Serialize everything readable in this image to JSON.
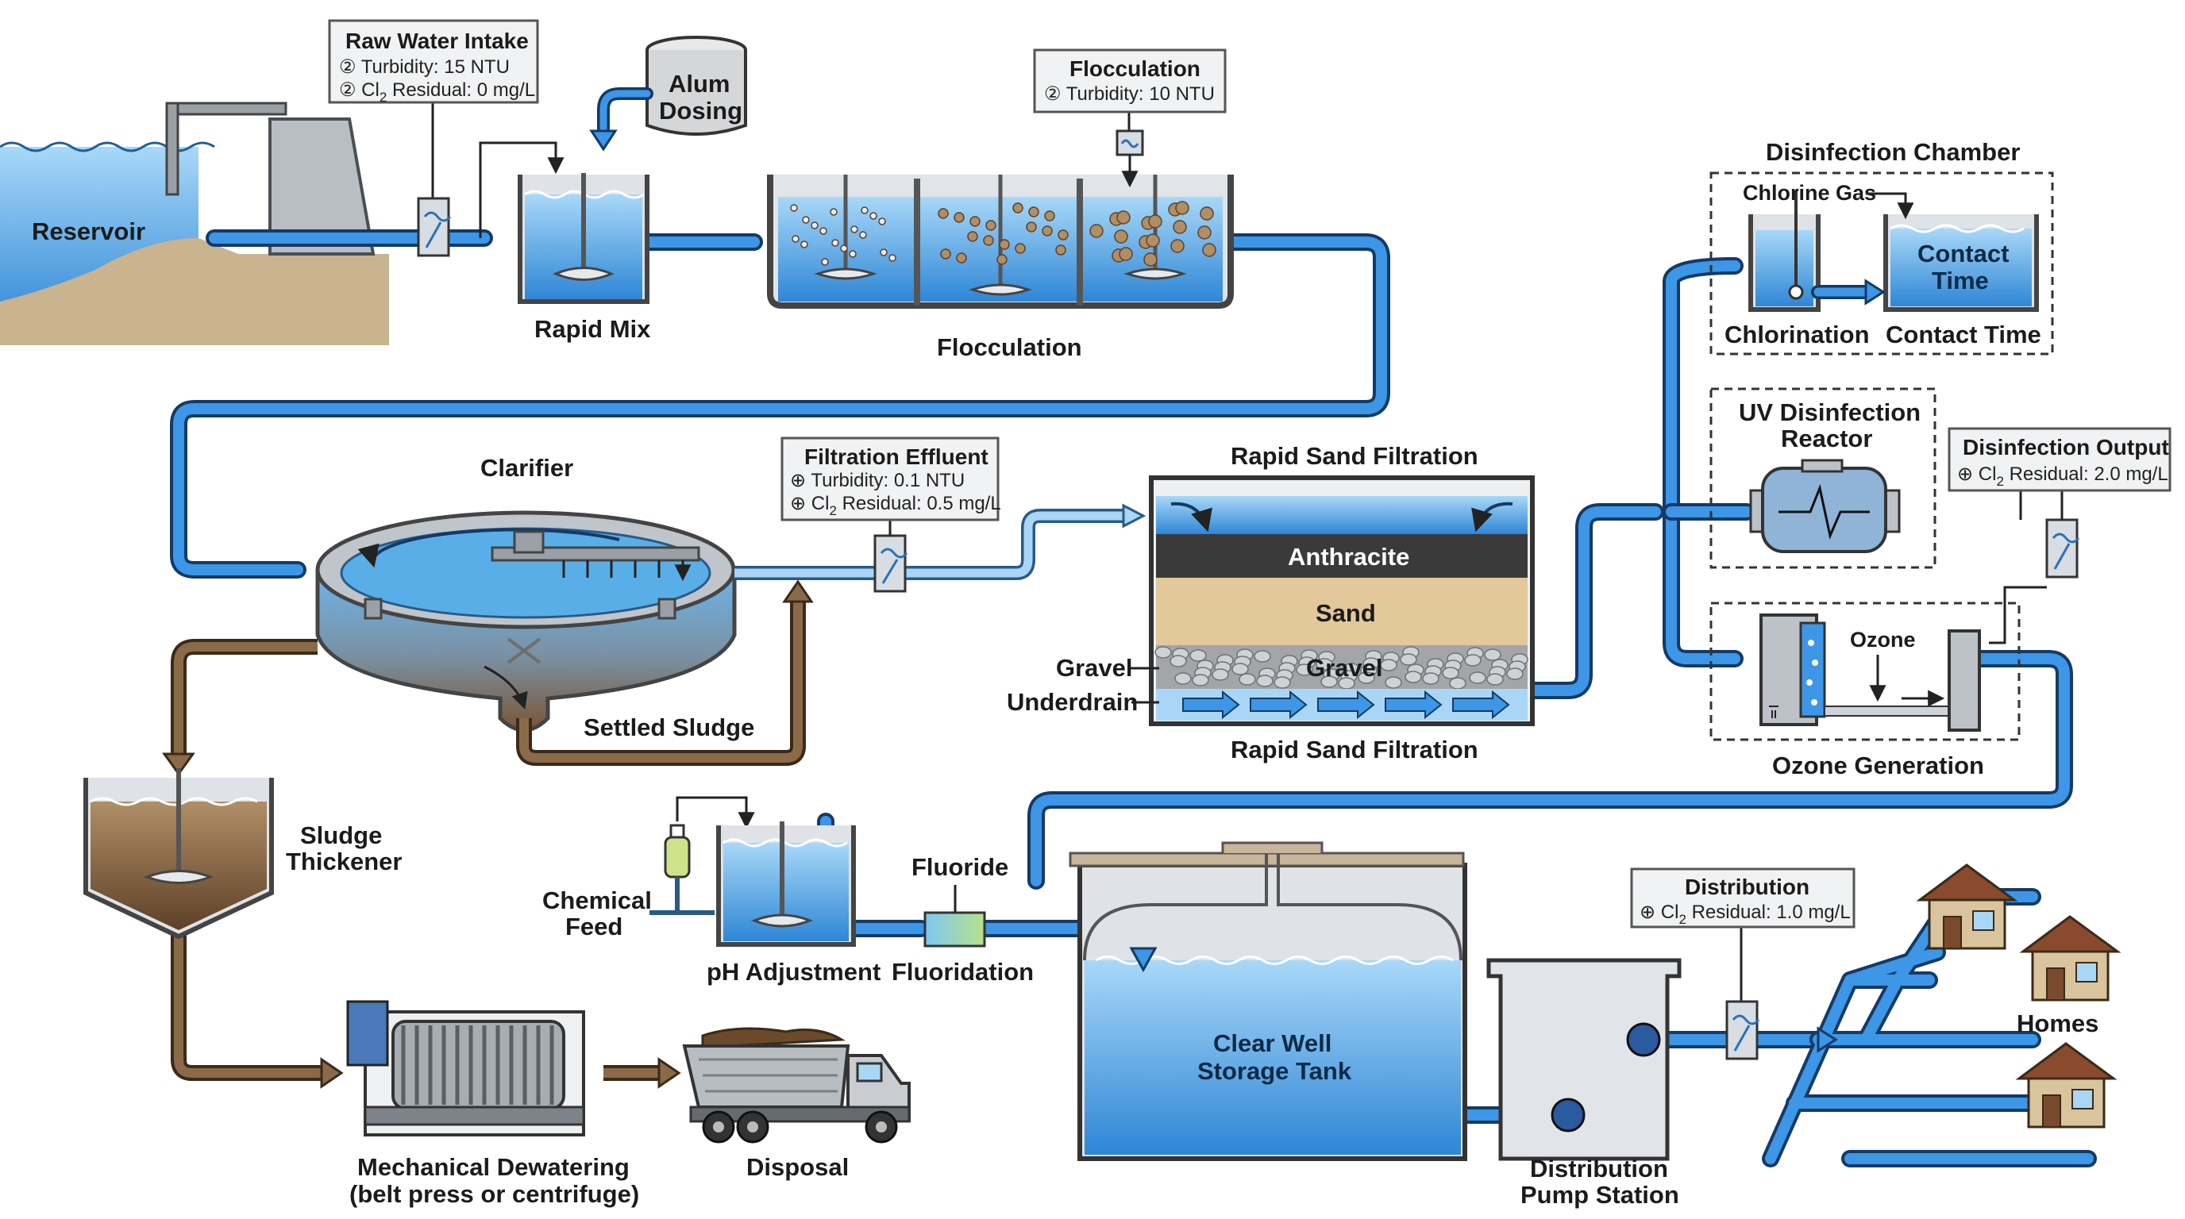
{
  "stages": {
    "reservoir": "Reservoir",
    "rapid_mix": "Rapid Mix",
    "alum_line1": "Alum",
    "alum_line2": "Dosing",
    "flocculation": "Flocculation",
    "clarifier": "Clarifier",
    "settled_sludge": "Settled Sludge",
    "rapid_sand_filtration_top": "Rapid Sand Filtration",
    "rapid_sand_filtration_bottom": "Rapid Sand Filtration",
    "anthracite": "Anthracite",
    "sand": "Sand",
    "gravel_layer": "Gravel",
    "gravel_label": "Gravel",
    "underdrain": "Underdrain",
    "disinfection_chamber": "Disinfection Chamber",
    "chlorine_gas": "Chlorine Gas",
    "contact_time_tank_line1": "Contact",
    "contact_time_tank_line2": "Time",
    "chlorination": "Chlorination",
    "contact_time": "Contact Time",
    "uv_line1": "UV Disinfection",
    "uv_line2": "Reactor",
    "ozone": "Ozone",
    "ozone_generation": "Ozone Generation",
    "sludge_thickener_line1": "Sludge",
    "sludge_thickener_line2": "Thickener",
    "chemical_feed_line1": "Chemical",
    "chemical_feed_line2": "Feed",
    "ph_adjustment": "pH Adjustment",
    "fluoride": "Fluoride",
    "fluoridation": "Fluoridation",
    "clear_well_line1": "Clear Well",
    "clear_well_line2": "Storage Tank",
    "pump_station_line1": "Distribution",
    "pump_station_line2": "Pump Station",
    "homes": "Homes",
    "dewatering_line1": "Mechanical Dewatering",
    "dewatering_line2": "(belt press or centrifuge)",
    "disposal": "Disposal"
  },
  "readouts": {
    "raw_water": {
      "title": "Raw Water Intake",
      "line1": "② Turbidity: 15 NTU",
      "line2_prefix": "② Cl",
      "line2_sub": "2",
      "line2_suffix": " Residual: 0 mg/L"
    },
    "flocculation": {
      "title": "Flocculation",
      "line1": "② Turbidity: 10 NTU"
    },
    "filtration_effluent": {
      "title": "Filtration Effluent",
      "line1": "⊕ Turbidity: 0.1 NTU",
      "line2_prefix": "⊕ Cl",
      "line2_sub": "2",
      "line2_suffix": " Residual: 0.5 mg/L"
    },
    "disinfection_output": {
      "title": "Disinfection Output",
      "line1_prefix": "⊕ Cl",
      "line1_sub": "2",
      "line1_suffix": " Residual: 2.0 mg/L"
    },
    "distribution": {
      "title": "Distribution",
      "line1_prefix": "⊕ Cl",
      "line1_sub": "2",
      "line1_suffix": " Residual: 1.0 mg/L"
    }
  },
  "colors": {
    "water": "#5aa9e6",
    "pipe": "#3d96e6",
    "sludge": "#8b6a4a",
    "sand": "#e2c89a",
    "anthracite": "#3a3a3a"
  }
}
